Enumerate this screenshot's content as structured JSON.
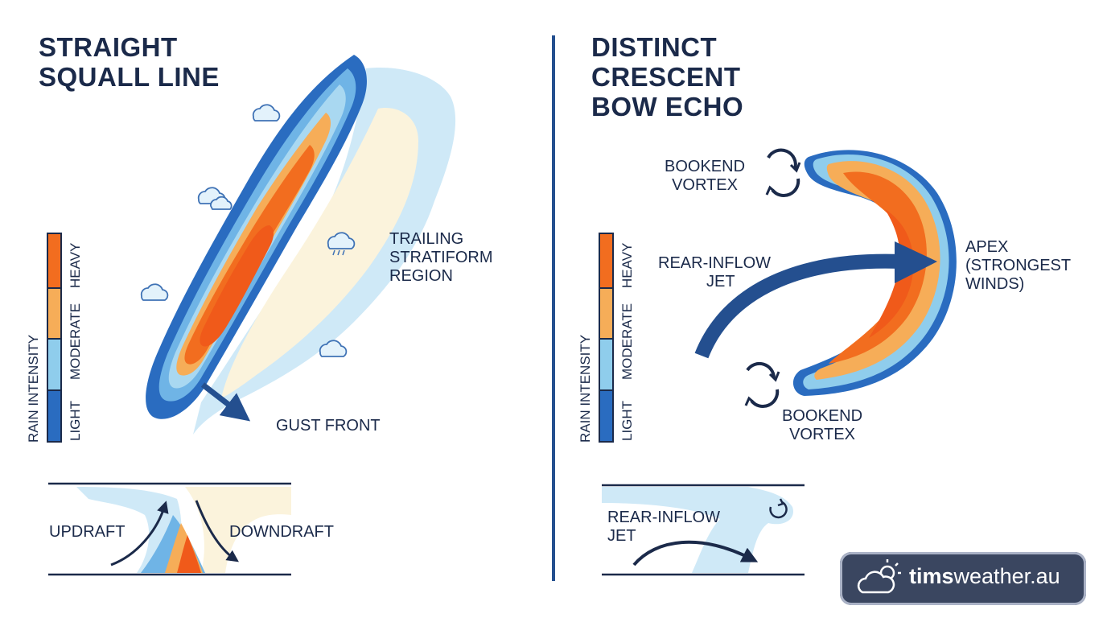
{
  "left_panel": {
    "title_lines": [
      "STRAIGHT",
      "SQUALL LINE"
    ],
    "trailing_label": [
      "TRAILING",
      "STRATIFORM",
      "REGION"
    ],
    "gust_front_label": "GUST FRONT",
    "updraft_label": "UPDRAFT",
    "downdraft_label": "DOWNDRAFT",
    "legend": {
      "title": "RAIN INTENSITY",
      "levels": [
        "HEAVY",
        "MODERATE",
        "LIGHT"
      ]
    }
  },
  "right_panel": {
    "title_lines": [
      "DISTINCT",
      "CRESCENT",
      "BOW ECHO"
    ],
    "bookend_top": [
      "BOOKEND",
      "VORTEX"
    ],
    "bookend_bottom": [
      "BOOKEND",
      "VORTEX"
    ],
    "rear_inflow_label": [
      "REAR-INFLOW",
      "JET"
    ],
    "apex_label": [
      "APEX",
      "(STRONGEST",
      "WINDS)"
    ],
    "cross_section_label": [
      "REAR-INFLOW",
      "JET"
    ],
    "legend": {
      "title": "RAIN INTENSITY",
      "levels": [
        "HEAVY",
        "MODERATE",
        "LIGHT"
      ]
    }
  },
  "logo": {
    "bold": "tims",
    "rest": "weather.au"
  },
  "colors": {
    "navy": "#1b2a4a",
    "heavy": "#f26d1f",
    "heavy_core": "#f05a1a",
    "moderate": "#f6ad58",
    "light_blue": "#8fcdec",
    "pale_blue": "#bfe2f4",
    "dark_blue": "#2a6cc0",
    "stratiform": "#fbf3dc",
    "arrow": "#244f8f"
  }
}
